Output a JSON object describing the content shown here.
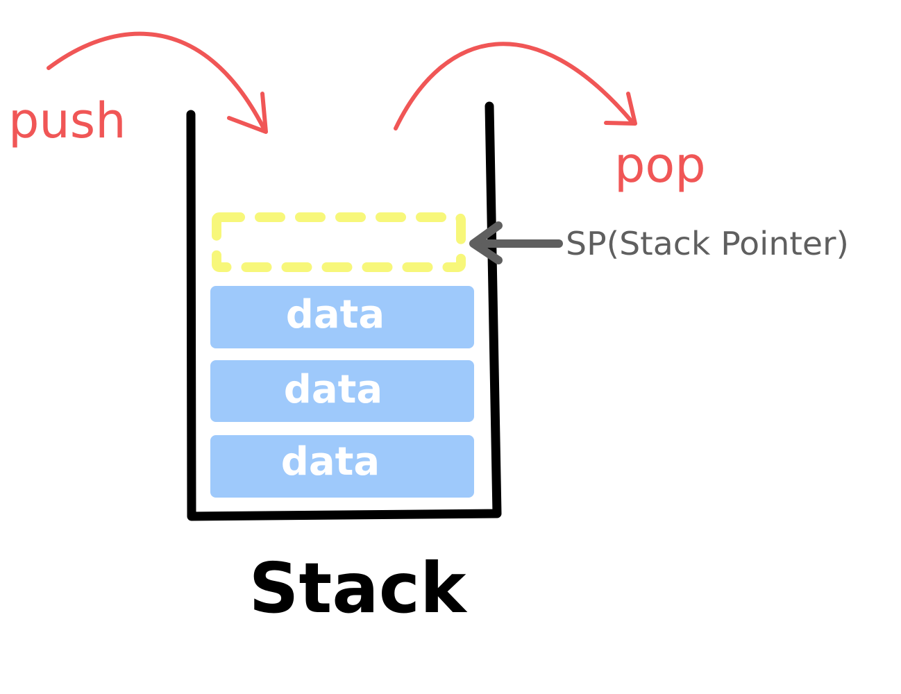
{
  "labels": {
    "push": "push",
    "pop": "pop",
    "stack_pointer": "SP(Stack Pointer)",
    "title": "Stack"
  },
  "stack_items": [
    {
      "label": "data"
    },
    {
      "label": "data"
    },
    {
      "label": "data"
    }
  ],
  "colors": {
    "arrow_red": "#f05656",
    "pointer_gray": "#5f5f5f",
    "slot_yellow": "#f7f77a",
    "block_blue": "#9ec9fb",
    "container_black": "#000000",
    "data_text": "#ffffff"
  }
}
